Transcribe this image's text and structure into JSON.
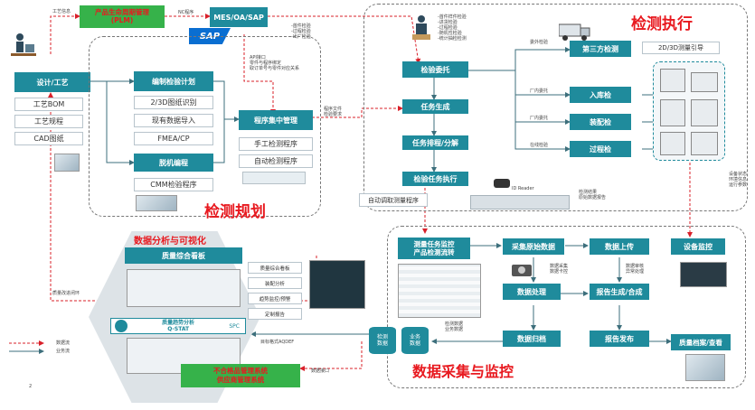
{
  "plm": {
    "label": "产品生命周期管理\n(PLM)",
    "tag_in": "工艺信息",
    "tag_out": "NC程序"
  },
  "mes": {
    "label": "MES/OA/SAP",
    "sap": "SAP",
    "notes": [
      "-首件检验",
      "-过程检验",
      "-出厂检验"
    ],
    "api": [
      "API接口",
      "零件与程序绑定",
      "取订单号与零件对应关系"
    ]
  },
  "design": {
    "label": "设计/工艺",
    "items": [
      "工艺BOM",
      "工艺规程",
      "CAD图纸"
    ]
  },
  "planning": {
    "plan": "编制检验计划",
    "plan_items": [
      "2/3D图纸识别",
      "现有数据导入",
      "FMEA/CP"
    ],
    "offline": "脱机编程",
    "offline_item": "CMM检验程序",
    "program_mgmt": "程序集中管理",
    "program_items": [
      "手工检测程序",
      "自动检测程序"
    ],
    "prog_note": [
      "程序文件",
      "检验要求"
    ],
    "title": "检测规划"
  },
  "execution": {
    "title": "检测执行",
    "req_list": [
      "-首件样件检验",
      "-进货检验",
      "-过程检验",
      "-随机性检验",
      "-统计抽检检测"
    ],
    "entrust": "检验委托",
    "task_gen": "任务生成",
    "task_sched": "任务排程/分解",
    "task_exec": "检验任务执行",
    "auto_call": "自动调取测量程序",
    "third_party": "第三方检测",
    "outsource": "委外检验",
    "incoming": "入库检",
    "assembly": "装配检",
    "process": "过程检",
    "in_plant": "厂内委托",
    "online": "在线检验",
    "guide": "2D/3D测量引导",
    "id_reader": "ID Reader",
    "measure_result": [
      "检测结果",
      "原始数据报告"
    ],
    "equip_note": [
      "设备状态",
      "环境信息",
      "运行参数"
    ]
  },
  "acquisition": {
    "title": "数据采集与监控",
    "monitor": "测量任务监控\n产品检测流转",
    "raw": "采集原始数据",
    "process": "数据处理",
    "archive": "数据归档",
    "upload": "数据上传",
    "report": "报告生成/合成",
    "publish": "报告发布",
    "equip": "设备监控",
    "quality_file": "质量档案/查看",
    "notes_raw": [
      "数据采集",
      "数据卡控"
    ],
    "notes_upload": [
      "数据审核",
      "异常处理"
    ],
    "db1": "检测\n数据",
    "db2": "业务\n数据",
    "db_note": [
      "检测数据",
      "业务数据"
    ]
  },
  "analysis": {
    "title": "数据分析与可视化",
    "board": "质量综合看板",
    "qstat": "质量趋势分析\nQ-STAT",
    "spc": "SPC",
    "list": [
      "质量综合看板",
      "装配分析",
      "趋势监控/预警",
      "定制报告"
    ],
    "aqdef": "目标格式AQDEF",
    "feedback": "质量改进闭环",
    "data_interface": "数据接口",
    "nc_systems": "不合格品管理系统\n供应商管理系统"
  },
  "legend": {
    "data_flow": "数据流",
    "business_flow": "业务流"
  },
  "page_number": "2",
  "colors": {
    "accent": "#1f8b9c",
    "title_red": "#e8191f",
    "plm_green": "#36b24a",
    "plm_text": "#e8191f"
  }
}
